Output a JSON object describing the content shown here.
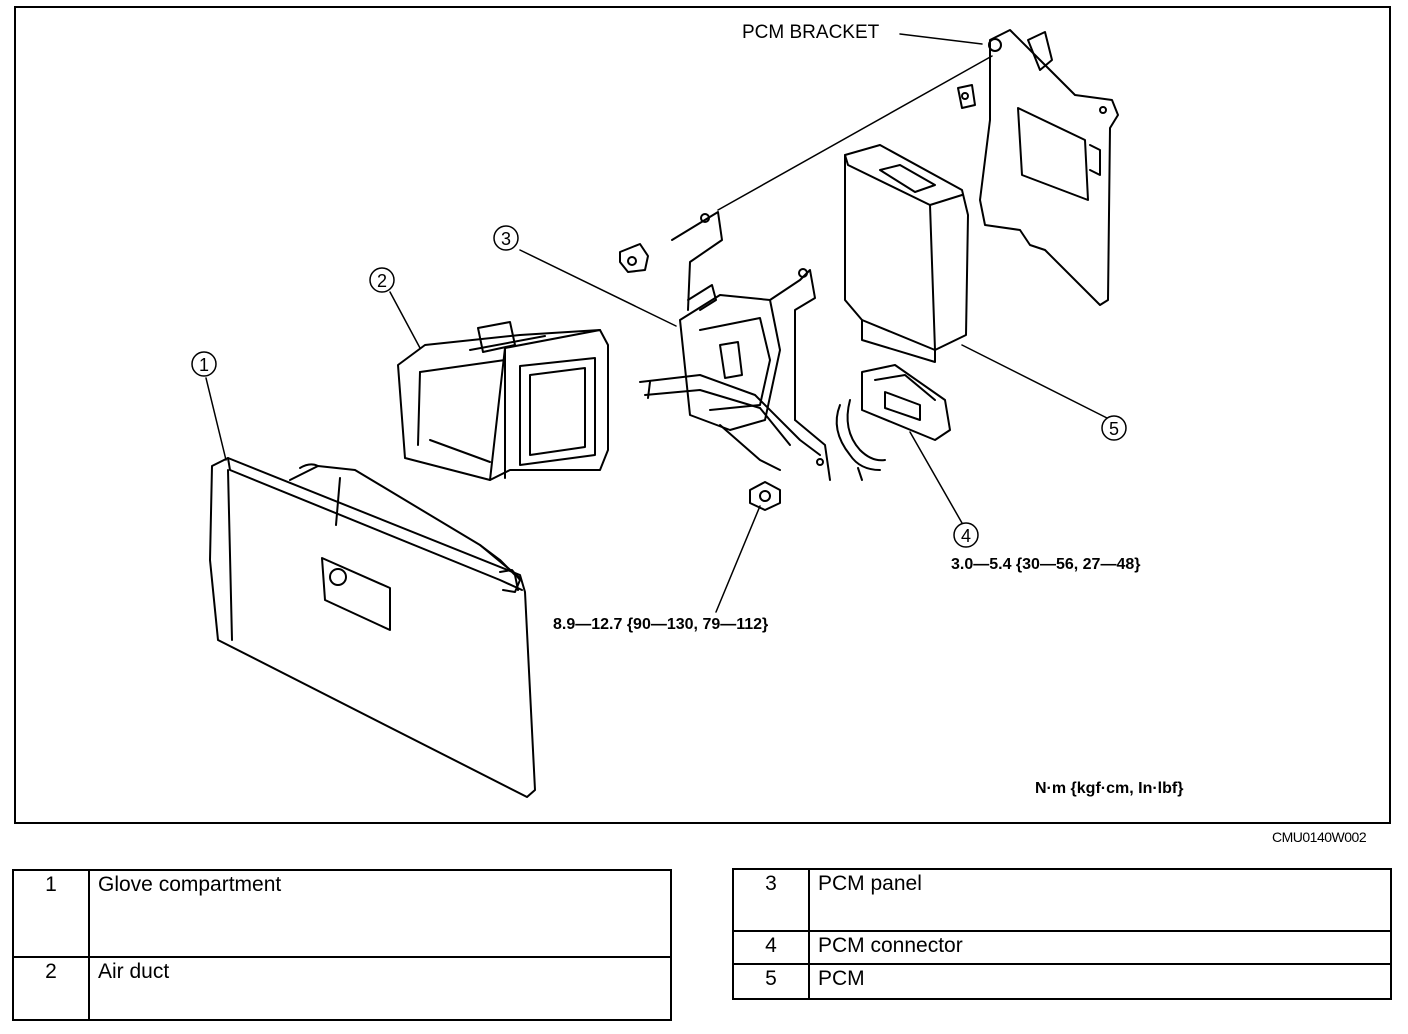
{
  "diagram": {
    "callouts": [
      {
        "id": "callout-1",
        "text": "1"
      },
      {
        "id": "callout-2",
        "text": "2"
      },
      {
        "id": "callout-3",
        "text": "3"
      },
      {
        "id": "callout-4",
        "text": "4"
      },
      {
        "id": "callout-5",
        "text": "5"
      }
    ],
    "bracket_label": "PCM BRACKET",
    "torque_connector": "3.0—5.4 {30—56, 27—48}",
    "torque_bolt": "8.9—12.7 {90—130, 79—112}",
    "units": "N·m {kgf·cm, In·lbf}",
    "figure_code": "CMU0140W002"
  },
  "legend": {
    "left": [
      {
        "num": "1",
        "name": "Glove compartment"
      },
      {
        "num": "2",
        "name": "Air duct"
      }
    ],
    "right": [
      {
        "num": "3",
        "name": "PCM panel"
      },
      {
        "num": "4",
        "name": "PCM connector"
      },
      {
        "num": "5",
        "name": "PCM"
      }
    ]
  },
  "colors": {
    "ink": "#000000",
    "paper": "#ffffff"
  }
}
